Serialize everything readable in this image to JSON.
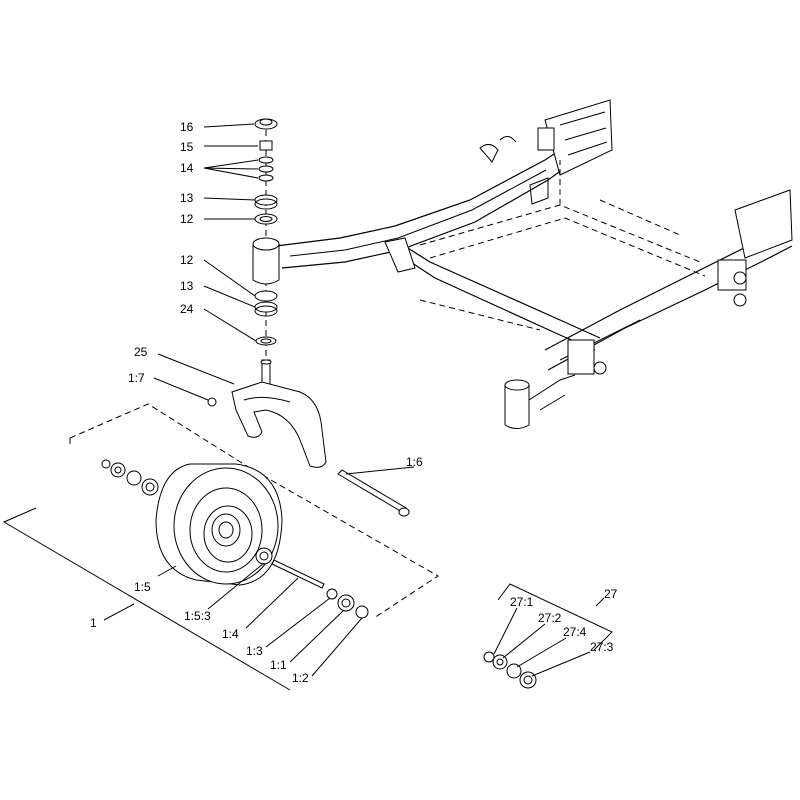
{
  "callouts": {
    "c16": "16",
    "c15": "15",
    "c14": "14",
    "c13a": "13",
    "c12a": "12",
    "c12b": "12",
    "c13b": "13",
    "c24": "24",
    "c25": "25",
    "c1_7": "1:7",
    "c1_6": "1:6",
    "c1_5": "1:5",
    "c1_5_3": "1:5:3",
    "c1_4": "1:4",
    "c1_3": "1:3",
    "c1_1": "1:1",
    "c1_2": "1:2",
    "c1": "1",
    "c27": "27",
    "c27_1": "27:1",
    "c27_2": "27:2",
    "c27_4": "27:4",
    "c27_3": "27:3"
  }
}
